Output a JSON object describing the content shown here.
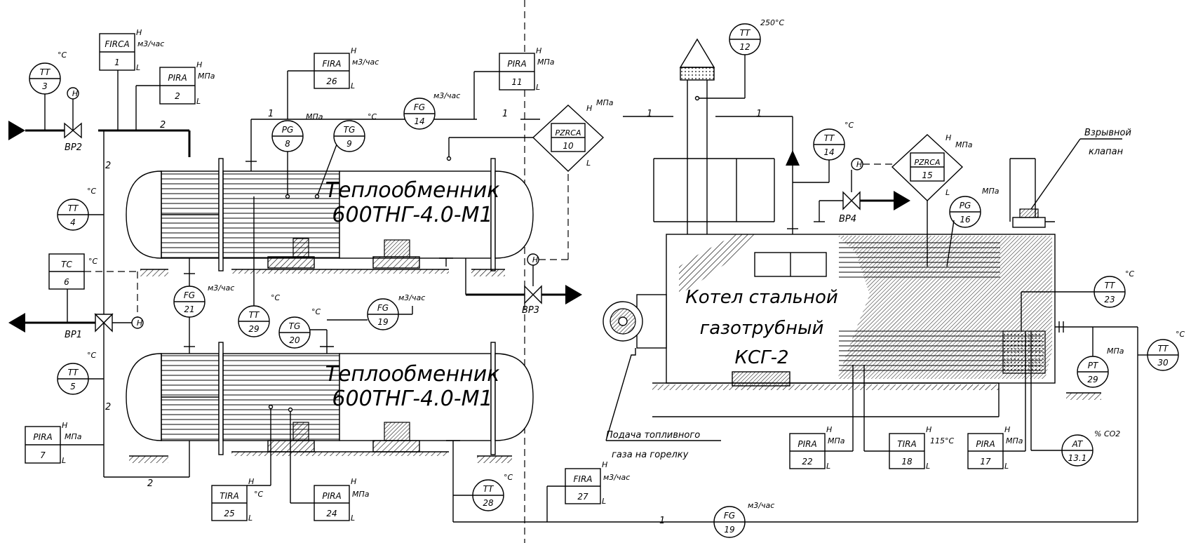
{
  "exchanger_title_1": "Теплообменник",
  "exchanger_model_1": "600ТНГ-4.0-М1",
  "exchanger_title_2": "Теплообменник",
  "exchanger_model_2": "600ТНГ-4.0-М1",
  "boiler_line1": "Котел стальной",
  "boiler_line2": "газотрубный",
  "boiler_line3": "КСГ-2",
  "blast_valve_line1": "Взрывной",
  "blast_valve_line2": "клапан",
  "gas_feed_line1": "Подача топливного",
  "gas_feed_line2": "газа на горелку",
  "valves": {
    "bp1": "ВР1",
    "bp2": "ВР2",
    "bp3": "ВР3",
    "bp4": "ВР4"
  },
  "h_symbol": "Н",
  "units": {
    "m3h": "м3/час",
    "mpa": "МПа",
    "c": "°С"
  },
  "limits": {
    "h": "Н",
    "l": "L"
  },
  "pipe_numbers": {
    "one": "1",
    "two": "2"
  },
  "instruments": {
    "firca1": {
      "tag": "FIRCA",
      "num": "1"
    },
    "pira2": {
      "tag": "PIRA",
      "num": "2"
    },
    "tt3": {
      "tag": "TT",
      "num": "3"
    },
    "tt4": {
      "tag": "TT",
      "num": "4"
    },
    "tt5": {
      "tag": "TT",
      "num": "5"
    },
    "tc6": {
      "tag": "TC",
      "num": "6"
    },
    "pira7": {
      "tag": "PIRA",
      "num": "7"
    },
    "pg8": {
      "tag": "PG",
      "num": "8"
    },
    "tg9": {
      "tag": "TG",
      "num": "9"
    },
    "pzrca10": {
      "tag": "PZRCA",
      "num": "10"
    },
    "pira11": {
      "tag": "PIRA",
      "num": "11"
    },
    "tt12": {
      "tag": "TT",
      "num": "12",
      "value": "250°С"
    },
    "tt14": {
      "tag": "TT",
      "num": "14"
    },
    "fg14": {
      "tag": "FG",
      "num": "14"
    },
    "pzrca15": {
      "tag": "PZRCA",
      "num": "15"
    },
    "pg16": {
      "tag": "PG",
      "num": "16"
    },
    "pira17": {
      "tag": "PIRA",
      "num": "17"
    },
    "tira18": {
      "tag": "TIRA",
      "num": "18",
      "value": "115°С"
    },
    "fg19a": {
      "tag": "FG",
      "num": "19"
    },
    "fg19b": {
      "tag": "FG",
      "num": "19"
    },
    "tg20": {
      "tag": "TG",
      "num": "20"
    },
    "fg21": {
      "tag": "FG",
      "num": "21"
    },
    "pira22": {
      "tag": "PIRA",
      "num": "22"
    },
    "tt23": {
      "tag": "TT",
      "num": "23"
    },
    "pira24": {
      "tag": "PIRA",
      "num": "24"
    },
    "tira25": {
      "tag": "TIRA",
      "num": "25"
    },
    "fira26": {
      "tag": "FIRA",
      "num": "26"
    },
    "fira27": {
      "tag": "FIRA",
      "num": "27"
    },
    "tt28": {
      "tag": "TT",
      "num": "28"
    },
    "tt29": {
      "tag": "TT",
      "num": "29"
    },
    "pt29": {
      "tag": "PT",
      "num": "29"
    },
    "tt30": {
      "tag": "TT",
      "num": "30"
    },
    "at131": {
      "tag": "AT",
      "num": "13.1",
      "value": "% CO2"
    }
  }
}
